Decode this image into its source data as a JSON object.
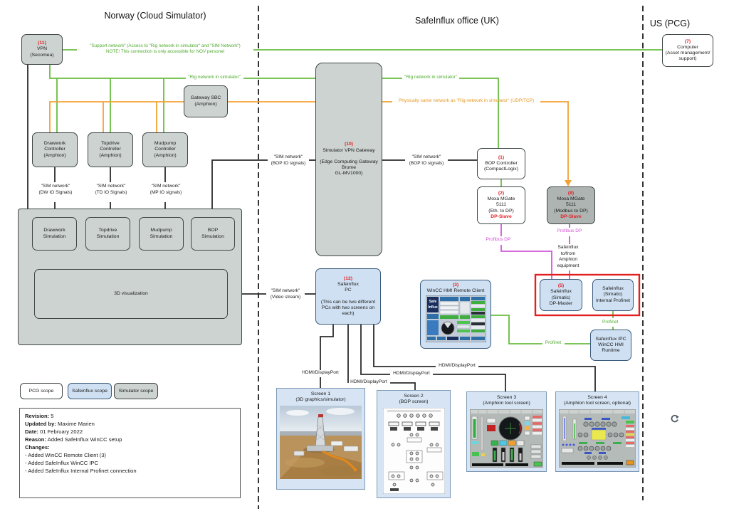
{
  "zones": {
    "norway": "Norway (Cloud Simulator)",
    "uk": "SafeInflux office (UK)",
    "us": "US (PCG)"
  },
  "nodes": {
    "vpn": {
      "num": "(11)",
      "lines": [
        "VPN",
        "(Secomea)"
      ]
    },
    "computer": {
      "num": "(7)",
      "lines": [
        "Computer",
        "(Asset management/",
        "support)"
      ]
    },
    "gateway_sbc": {
      "lines": [
        "Gateway SBC",
        "(Amphion)"
      ]
    },
    "drawwork_controller": {
      "lines": [
        "Drawwork",
        "Controller",
        "(Amphion)"
      ]
    },
    "topdrive_controller": {
      "lines": [
        "Topdrive",
        "Controller",
        "(Amphion)"
      ]
    },
    "mudpump_controller": {
      "lines": [
        "Mudpump",
        "Controller",
        "(Amphion)"
      ]
    },
    "drawwork_simulation": {
      "lines": [
        "Drawwork",
        "Simulation"
      ]
    },
    "topdrive_simulation": {
      "lines": [
        "Topdrive",
        "Simulation"
      ]
    },
    "mudpump_simulation": {
      "lines": [
        "Mudpump",
        "Simulation"
      ]
    },
    "bop_simulation": {
      "lines": [
        "BOP",
        "Simulation"
      ]
    },
    "visualization": {
      "lines": [
        "3D visualization"
      ]
    },
    "sim_gateway": {
      "num": "(10)",
      "lines": [
        "Simulator VPN Gateway",
        "",
        "(Edge Computing Gateway",
        "Brume",
        "GL-MV1000)"
      ]
    },
    "bop_controller": {
      "num": "(1)",
      "lines": [
        "BOP Controller",
        "(CompactLogix)"
      ]
    },
    "moxa2": {
      "num": "(2)",
      "lines": [
        "Moxa MGate",
        "5111",
        "(Eth. to DP)"
      ],
      "status": "DP-Slave"
    },
    "moxa8": {
      "num": "(8)",
      "lines": [
        "Moxa MGate",
        "5111",
        "(Modbus to DP)"
      ],
      "status": "DP-Slave"
    },
    "dp_master": {
      "num": "(5)",
      "lines": [
        "Safeinflux",
        "(Simatic)",
        "DP-Master"
      ]
    },
    "internal_profinet": {
      "lines": [
        "Safeinflux",
        "(Simatic)",
        "Internal Profinet"
      ]
    },
    "ipc_runtime": {
      "lines": [
        "Safeinflux IPC",
        "WinCC HMI",
        "Runtime"
      ]
    },
    "remote_client": {
      "num": "(3)",
      "title": "WinCC HMI Remote Client",
      "logo": [
        "Safe",
        "Influx"
      ]
    },
    "pc": {
      "num": "(12)",
      "lines": [
        "Safeinflux",
        "PC",
        "",
        "(This can be two different",
        "PCs with two screens on",
        "each)"
      ]
    },
    "screen1": {
      "lines": [
        "Screen 1",
        "(3D graphics/simulator)"
      ]
    },
    "screen2": {
      "lines": [
        "Screen 2",
        "(BOP screen)"
      ]
    },
    "screen3": {
      "lines": [
        "Screen 3",
        "(Amphion tool screen)"
      ]
    },
    "screen4": {
      "lines": [
        "Screen 4",
        "(Amphion tool screen, optional)"
      ]
    }
  },
  "labels": {
    "support1": "\"Support network\" (Access to \"Rig network in simulator\" and \"SIM Network\")",
    "support2": "NOTE! This connection is only accessible for NOV personel",
    "rig_network": "\"Rig network in simulator\"",
    "phys_same": "Physically same network as \"Rig network in simulator\" (UDP/TCP)",
    "sim_network": "\"SIM network\"",
    "dw_io": "(DW IO Signals)",
    "td_io": "(TD IO Signals)",
    "mp_io": "(MP IO signals)",
    "bop_io": "(BOP IO signals)",
    "video_stream": "(Video stream)",
    "profibus": "Profibus DP",
    "tofrom": [
      "Safeinflux",
      "to/from",
      "Amphion",
      "equipment"
    ],
    "profinet": "Profinet",
    "hdmi": "HDMI/DisplayPort"
  },
  "legend": {
    "pcg": "PCG scope",
    "safeinflux": "Safeinflux scope",
    "simulator": "Simulator scope"
  },
  "revision": {
    "rows": [
      {
        "label": "Revision:",
        "value": " 5"
      },
      {
        "label": "Updated by:",
        "value": " Maxime Marien"
      },
      {
        "label": "Date:",
        "value": " 01 February 2022"
      },
      {
        "label": "Reason:",
        "value": " Added SafeInflux WinCC setup"
      },
      {
        "label": "Changes:",
        "value": ""
      },
      {
        "label": "",
        "value": "- Added WinCC Remote Client (3)"
      },
      {
        "label": "",
        "value": "- Added SafeInflux WinCC IPC"
      },
      {
        "label": "",
        "value": "- Added SafeInflux Internal Profinet connection"
      }
    ]
  },
  "colors": {
    "green_line": "#67bd3f",
    "orange_line": "#f2a234",
    "magenta_line": "#cf5ad6",
    "red_accent": "#e32228",
    "scope_box_red": "#e32020",
    "node_gray": "#ccd3d0",
    "node_blue": "#cfe0f2"
  }
}
